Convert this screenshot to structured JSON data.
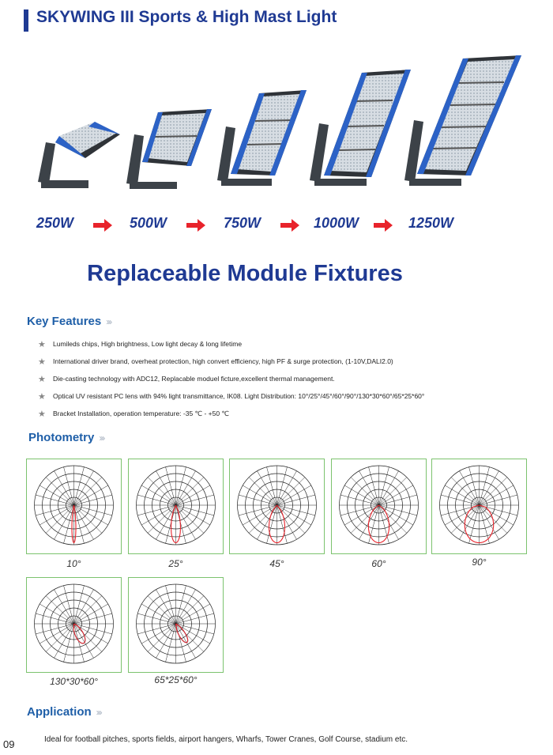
{
  "header": {
    "title": "SKYWING III Sports & High Mast Light"
  },
  "wattages": [
    "250W",
    "500W",
    "750W",
    "1000W",
    "1250W"
  ],
  "headline": "Replaceable Module Fixtures",
  "key_features": {
    "title": "Key Features",
    "items": [
      "Lumileds chips, High brightness, Low light decay & long lifetime",
      "International driver brand, overheat protection, high convert efficiency, high PF & surge protection, (1-10V,DALI2.0)",
      "Die-casting technology with ADC12, Replacable moduel ficture,excellent thermal management.",
      "Optical UV resistant PC lens with 94% light transmittance, IK08. Light Distribution: 10°/25°/45°/60°/90°/130*30*60°/65*25*60°",
      "Bracket Installation, operation temperature: -35 ℃ - +50 ℃"
    ]
  },
  "photometry": {
    "title": "Photometry",
    "labels": [
      "10°",
      "25°",
      "45°",
      "60°",
      "90°",
      "130*30*60°",
      "65*25*60°"
    ]
  },
  "application": {
    "title": "Application",
    "text": "Ideal for football pitches, sports fields, airport hangers, Wharfs, Tower Cranes, Golf Course, stadium etc."
  },
  "page_number": "09",
  "colors": {
    "brand_blue": "#1f3a93",
    "section_blue": "#1f5fa8",
    "arrow_red": "#e8232b",
    "frame_green": "#7cc36e"
  }
}
